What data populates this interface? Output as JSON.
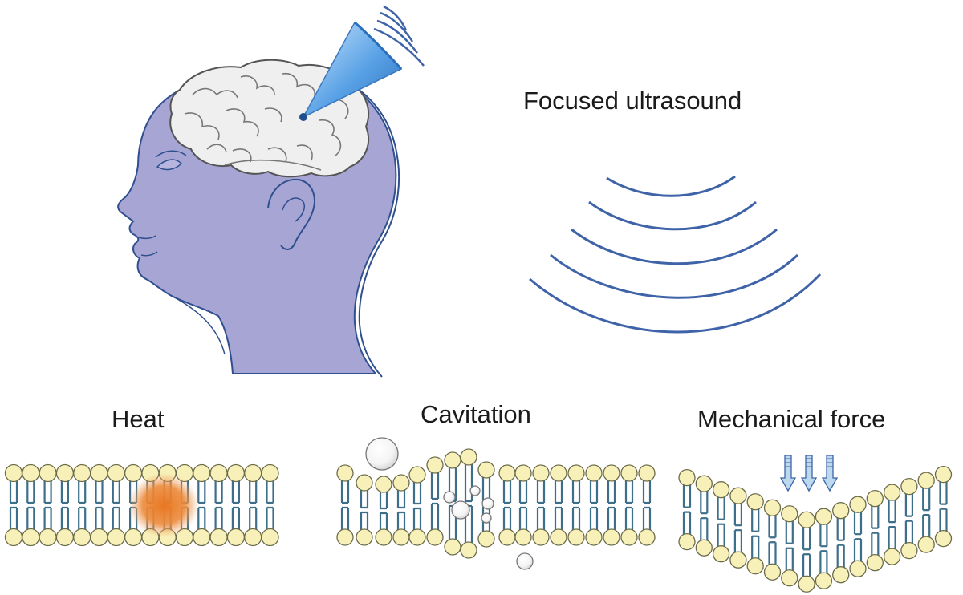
{
  "labels": {
    "focused_ultrasound": "Focused ultrasound",
    "heat": "Heat",
    "cavitation": "Cavitation",
    "mechanical_force": "Mechanical force"
  },
  "colors": {
    "head_fill": "#a7a5d3",
    "outline": "#2f4f8f",
    "wave": "#3e63a8",
    "lipid_head": "#f7f0b8",
    "lipid_tail": "#3d6f8a",
    "heat_spot": "#e87722",
    "bubble": "#ffffff",
    "arrow_fill": "#bcd9ee"
  },
  "icons": {
    "head": "human-head-profile-icon",
    "brain": "brain-icon",
    "transducer": "ultrasound-transducer-icon",
    "waves": "ultrasound-waves-icon",
    "membrane": "lipid-bilayer-icon",
    "bubble": "bubble-icon",
    "arrow": "down-arrow-icon"
  }
}
